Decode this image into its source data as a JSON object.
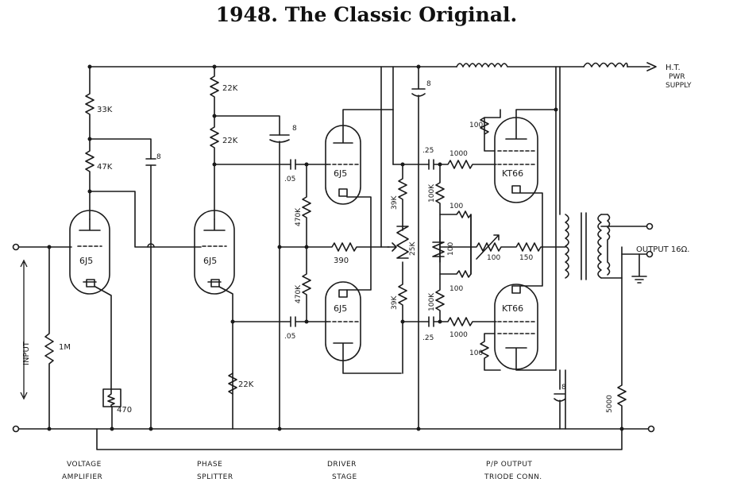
{
  "title": "1948. The Classic Original.",
  "labels": {
    "ht": "H.T.",
    "pwr": "PWR",
    "supply": "SUPPLY",
    "output": "OUTPUT 16Ω.",
    "input": "INPUT",
    "r_33k": "33K",
    "r_47k": "47K",
    "r_22k_a": "22K",
    "r_22k_b": "22K",
    "r_22k_c": "22K",
    "r_1m": "1M",
    "r_470": "470",
    "r_470k_a": "470K",
    "r_470k_b": "470K",
    "r_390": "390",
    "r_39k_a": "39K",
    "r_39k_b": "39K",
    "r_25k": "25K",
    "r_100k_a": "100K",
    "r_100k_b": "100K",
    "r_1000_a": "1000",
    "r_1000_b": "1000",
    "r_100_a": "100",
    "r_100_b": "100",
    "r_100_c": "100",
    "r_100_d": "100",
    "r_100_e": "100",
    "r_100_f": "100",
    "r_150": "150",
    "r_5000": "5000",
    "c_8_a": "8",
    "c_8_b": "8",
    "c_8_c": "8",
    "c_8_d": "8",
    "c_05_a": ".05",
    "c_05_b": ".05",
    "c_25_a": ".25",
    "c_25_b": ".25"
  },
  "tubes": {
    "v1": "6J5",
    "v2": "6J5",
    "v3": "6J5",
    "v4": "6J5",
    "v5": "KT66",
    "v6": "KT66"
  },
  "stages": {
    "voltage_amplifier": [
      "VOLTAGE",
      "AMPLIFIER"
    ],
    "phase_splitter": [
      "PHASE",
      "SPLITTER"
    ],
    "driver_stage": [
      "DRIVER",
      "STAGE"
    ],
    "output_stage": [
      "P/P OUTPUT",
      "TRIODE CONN."
    ]
  }
}
